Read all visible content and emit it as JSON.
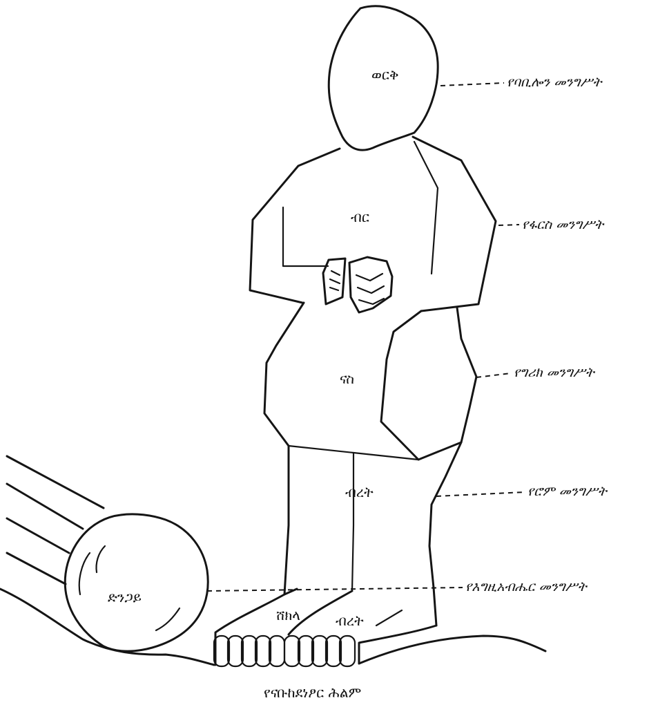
{
  "figure": {
    "caption": "የናቡከደነፆር ሕልም",
    "parts": {
      "head": "ወርቅ",
      "chest": "ብር",
      "belly": "ናስ",
      "legs": "ብረት",
      "foot_left": "ሸክላ",
      "foot_right": "ብረት",
      "stone": "ድንጋይ"
    },
    "kingdoms": {
      "babylon": "የባቢሎን መንግሥት",
      "persia": "የፋርስ መንግሥት",
      "greece": "የግሪክ መንግሥት",
      "rome": "የሮም መንግሥት",
      "god": "የእግዚአብሔር መንግሥት"
    }
  }
}
